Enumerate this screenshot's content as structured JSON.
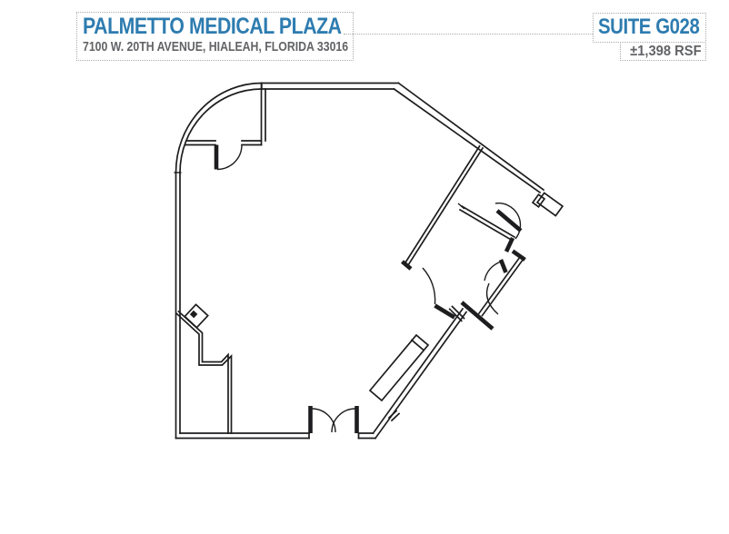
{
  "header": {
    "building_name": "PALMETTO MEDICAL PLAZA",
    "address": "7100 W. 20TH AVENUE, HIALEAH, FLORIDA 33016"
  },
  "suite": {
    "label": "SUITE G028",
    "area": "±1,398 RSF"
  },
  "colors": {
    "accent_blue": "#2e7cb0",
    "text_gray": "#626366",
    "wall_black": "#1d1d1f",
    "dotted_border": "#a8aaad"
  }
}
